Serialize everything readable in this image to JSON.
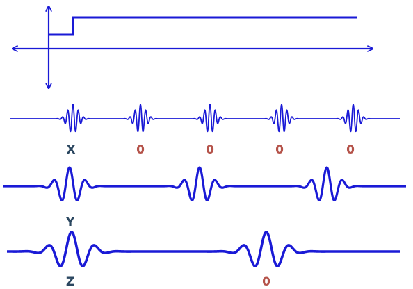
{
  "colors": {
    "line": "#1a1ad6",
    "label_dark": "#2b4760",
    "label_zero": "#b5534a"
  },
  "rows": [
    {
      "label": "X",
      "zeros": [
        "0",
        "0",
        "0",
        "0"
      ]
    },
    {
      "label": "Y",
      "zeros": []
    },
    {
      "label": "Z",
      "zeros": [
        "0"
      ]
    }
  ]
}
